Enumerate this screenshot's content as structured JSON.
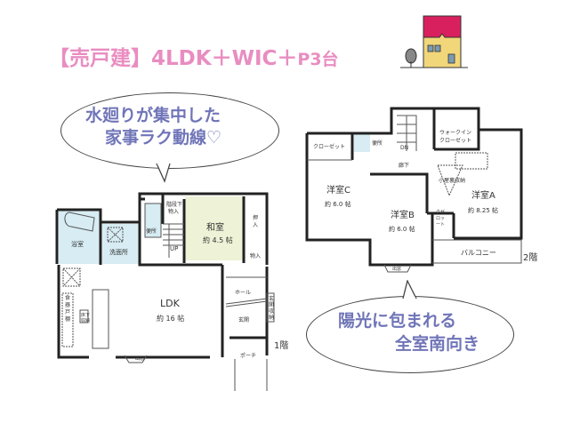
{
  "header": {
    "title_main": "【売戸建】4LDK＋WIC＋",
    "title_tail": "P3台",
    "house_icon": "house-illustration"
  },
  "callouts": {
    "top": {
      "line1": "水廻りが集中した",
      "line2": "家事ラク動線♡"
    },
    "bottom": {
      "line1": "陽光に包まれる",
      "line2": "全室南向き"
    }
  },
  "floor1": {
    "floor_label": "1階",
    "rooms": {
      "bath": "浴室",
      "washroom": "洗面所",
      "toilet": "便所",
      "under_stairs": [
        "階段下",
        "物入"
      ],
      "stairs": "UP",
      "washitsu": "和室",
      "washitsu_size": "約 4.5 帖",
      "oshiire": [
        "押",
        "入"
      ],
      "storage": "物入",
      "ldk": "LDK",
      "ldk_size": "約 16 帖",
      "pantry": [
        "食",
        "器",
        "戸",
        "棚"
      ],
      "underfloor": [
        "床下",
        "収納"
      ],
      "hall": "ホール",
      "entrance_storage": [
        "玄",
        "関",
        "収",
        "納"
      ],
      "entrance": "玄関",
      "porch": "ポーチ",
      "bay_window": "出窓"
    }
  },
  "floor2": {
    "floor_label": "2階",
    "rooms": {
      "closet": "クローゼット",
      "toilet": "便所",
      "stairs": "DN",
      "corridor": "廊下",
      "wic": [
        "ウォークイン",
        "クローゼット"
      ],
      "attic": "小屋裏収納",
      "room_c": "洋室C",
      "room_c_size": "約 6.0 帖",
      "room_b": "洋室B",
      "room_b_size": "約 6.0 帖",
      "room_a": "洋室A",
      "room_a_size": "約 8.25 帖",
      "closet_b": [
        "ク",
        "ロ",
        "ー",
        "ゼ",
        "ッ",
        "ト"
      ],
      "balcony": "バルコニー",
      "bay_window": "出窓"
    }
  },
  "colors": {
    "title": "#e98dc1",
    "callout_text": "#7075b8",
    "wet_area": "#d7ecf3",
    "tatami": "#eef2d6",
    "roof": "#d9205e",
    "wall_house": "#f1d77a"
  }
}
